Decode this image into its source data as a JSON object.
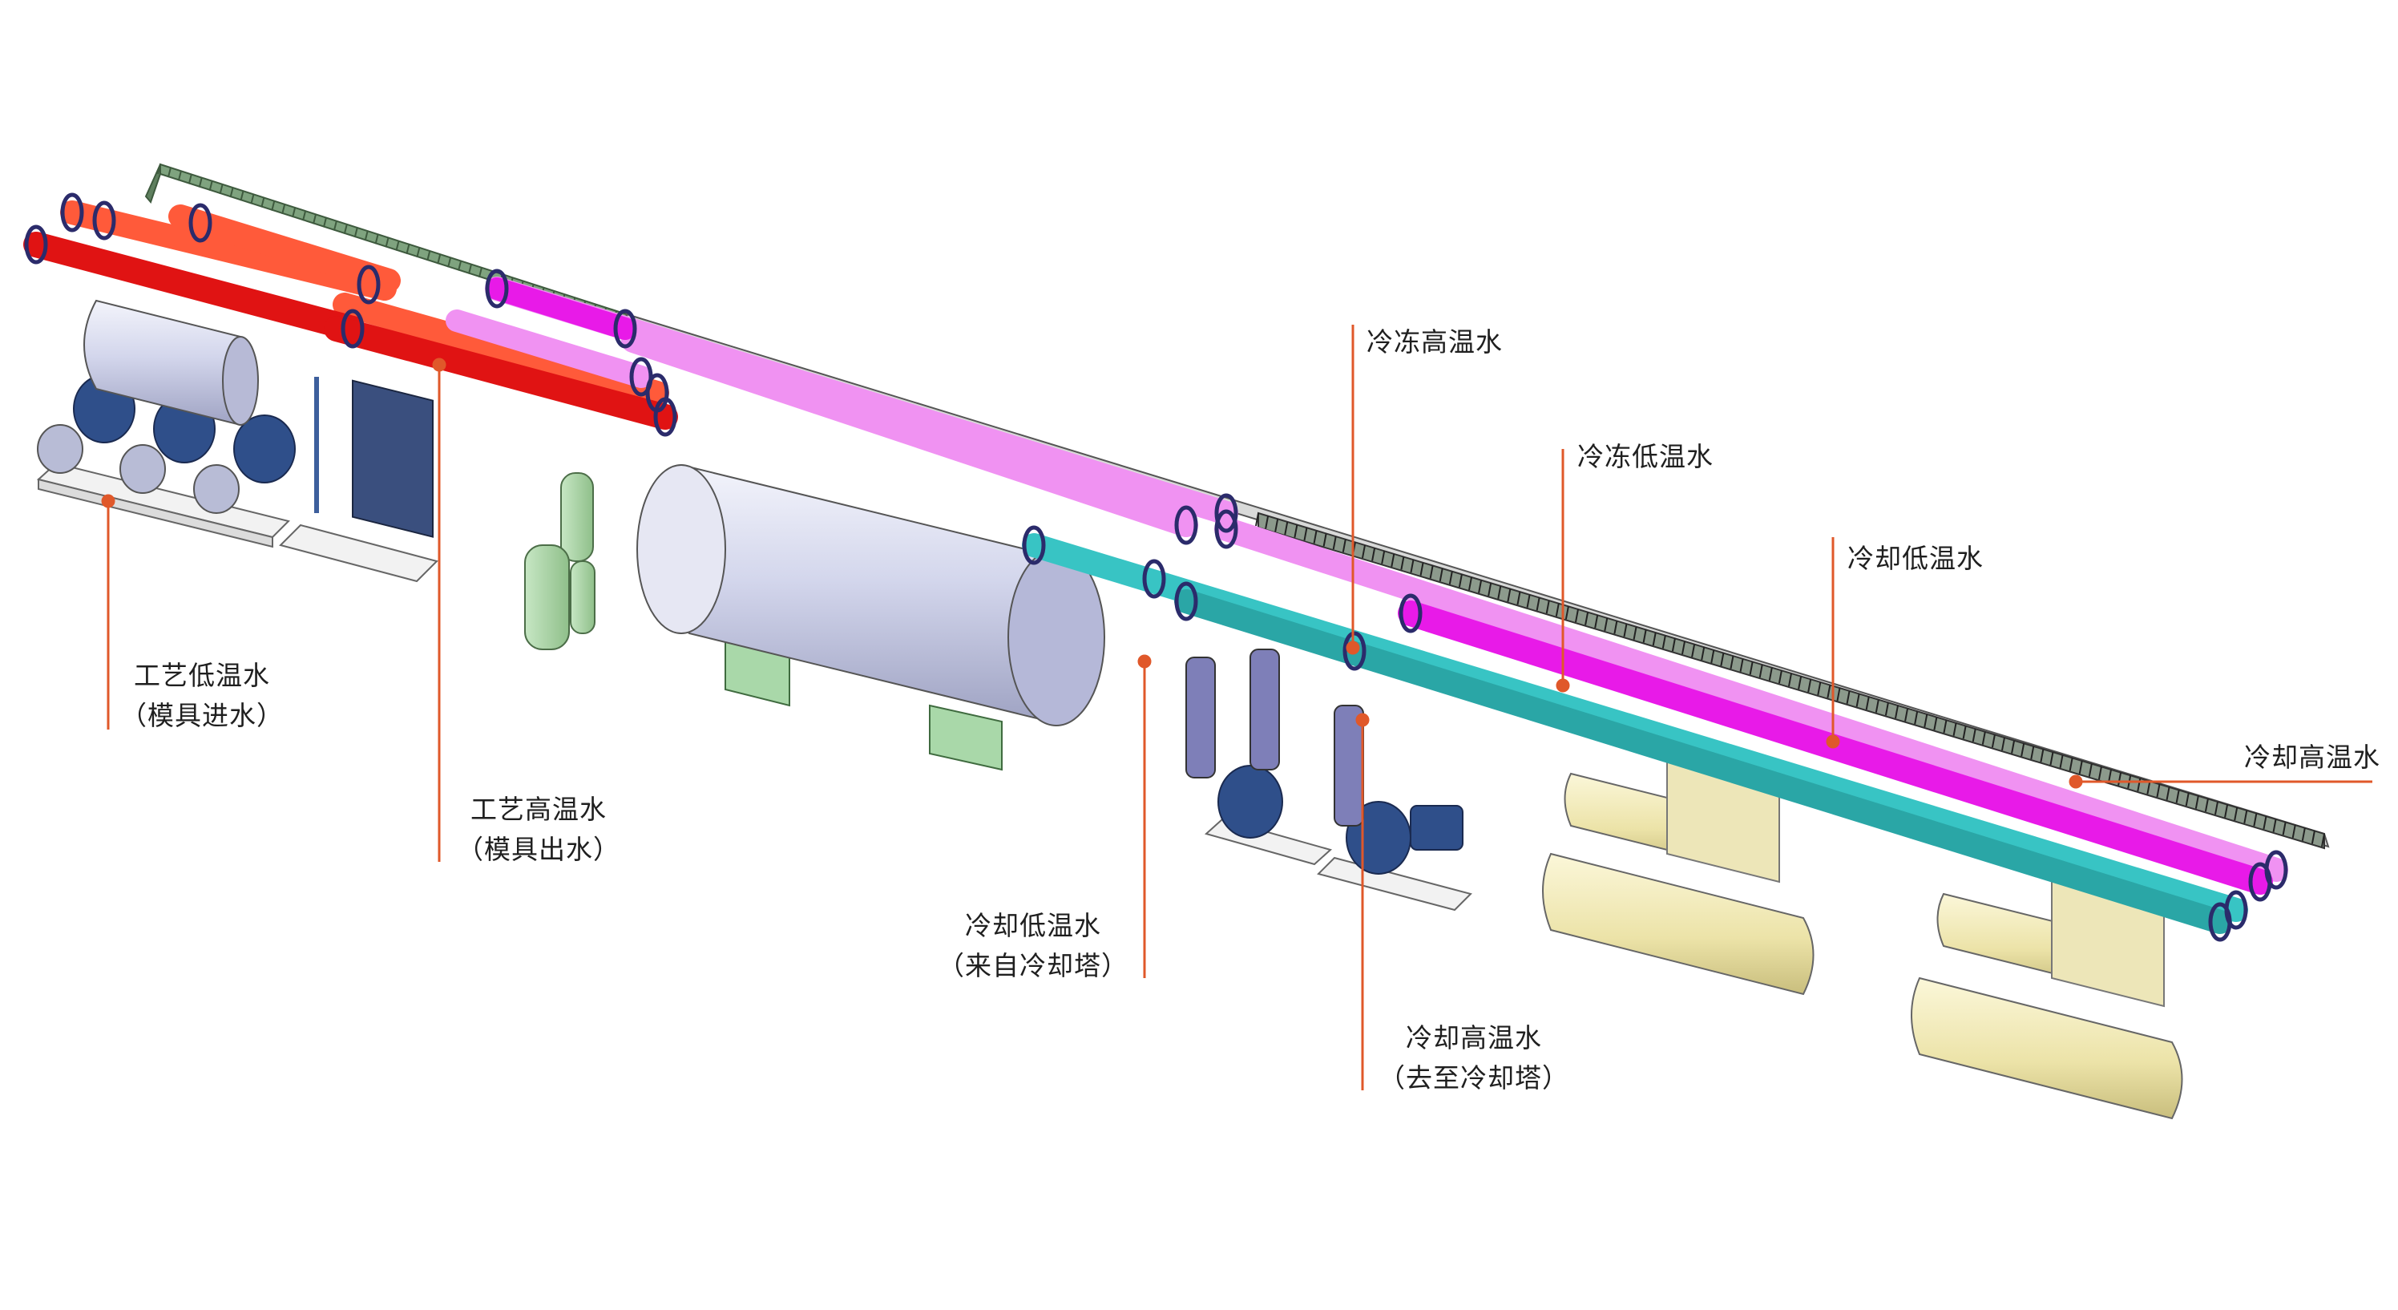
{
  "colors": {
    "process_low": "#e01313",
    "process_high": "#ff5a3a",
    "chilled_high": "#f092f2",
    "chilled_low": "#e81ae8",
    "cooling_low": "#38c4c4",
    "cooling_high": "#2aa6a6",
    "leader": "#e0582a",
    "rack": "#7fa37f",
    "vessel": "#d6d8ec",
    "chiller": "#f1ebbc",
    "pump": "#2f4f8a",
    "base": "#f2f2f2"
  },
  "labels": {
    "process_low": {
      "line1": "工艺低温水",
      "line2": "（模具进水）"
    },
    "process_high": {
      "line1": "工艺高温水",
      "line2": "（模具出水）"
    },
    "cool_low_in": {
      "line1": "冷却低温水",
      "line2": "（来自冷却塔）"
    },
    "cool_high_out": {
      "line1": "冷却高温水",
      "line2": "（去至冷却塔）"
    },
    "chilled_high": "冷冻高温水",
    "chilled_low": "冷冻低温水",
    "cool_low": "冷却低温水",
    "cool_high": "冷却高温水"
  }
}
